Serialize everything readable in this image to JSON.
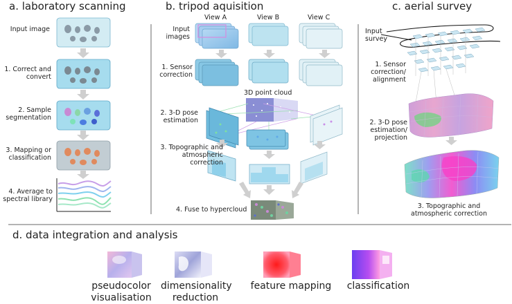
{
  "panels": {
    "a": {
      "title": "a. laboratory scanning",
      "steps": [
        "Input image",
        "1. Correct and convert",
        "2. Sample segmentation",
        "3. Mapping or classification",
        "4. Average to spectral library"
      ]
    },
    "b": {
      "title": "b. tripod aquisition",
      "views": [
        "View A",
        "View B",
        "View C"
      ],
      "steps": [
        "Input images",
        "1. Sensor correction",
        "2. 3-D pose estimation",
        "3. Topographic and atmospheric correction",
        "4. Fuse to hypercloud"
      ],
      "point_cloud": "3D point cloud"
    },
    "c": {
      "title": "c. aerial survey",
      "steps": [
        "Input survey",
        "1. Sensor correction/ alignment",
        "2. 3-D pose estimation/ projection",
        "3. Topographic and atmospheric correction"
      ]
    },
    "d": {
      "title": "d. data integration and analysis",
      "items": [
        "pseudocolor visualisation",
        "dimensionality reduction",
        "feature mapping",
        "classification"
      ]
    }
  },
  "colors": {
    "tile_light": "#d3ecf3",
    "tile_mid": "#a6dcee",
    "tile_dark": "#7ccbe6",
    "arrow": "#c7c7c7",
    "divider": "#9a9a9a"
  }
}
